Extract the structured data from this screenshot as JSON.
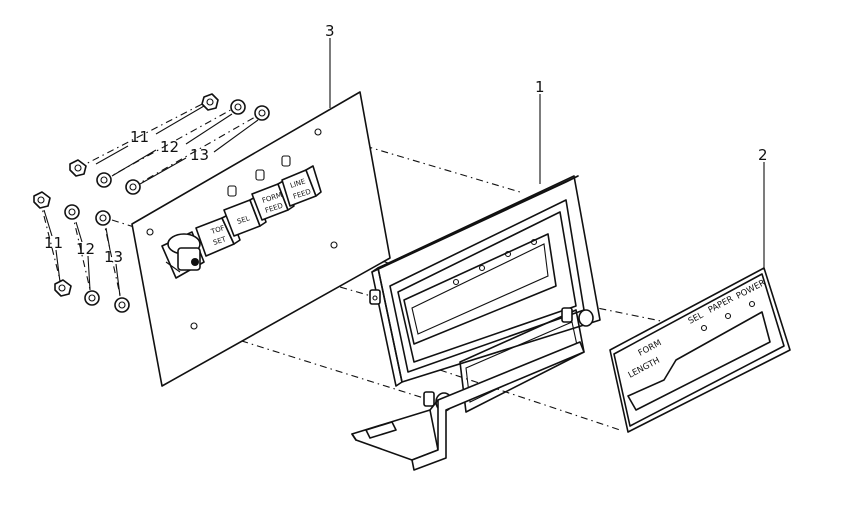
{
  "callouts": {
    "panel": "1",
    "nameplate": "2",
    "circuit_board": "3",
    "nut": "11",
    "lock_washer": "12",
    "flat_washer": "13"
  },
  "switch_labels": {
    "top_set_line1": "TOF",
    "top_set_line2": "SET",
    "sel": "SEL",
    "form_feed_line1": "FORM",
    "form_feed_line2": "FEED",
    "line_feed_line1": "LINE",
    "line_feed_line2": "FEED"
  },
  "nameplate_labels": {
    "form": "FORM",
    "length": "LENGTH",
    "sel": "SEL",
    "paper": "PAPER",
    "power": "POWER"
  }
}
